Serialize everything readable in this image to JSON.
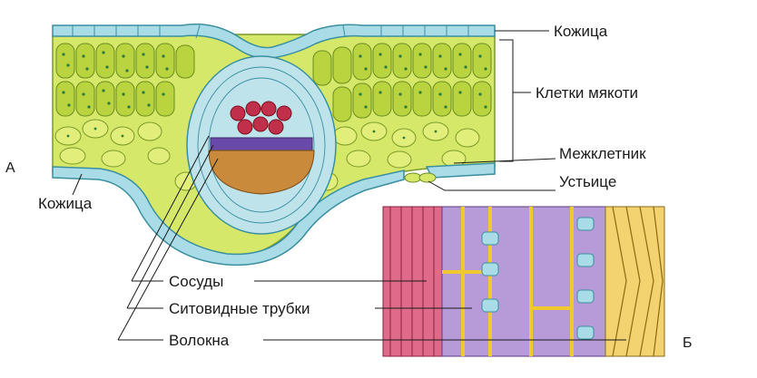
{
  "labels": {
    "epidermis_top": "Кожица",
    "mesophyll": "Клетки мякоти",
    "intercellular": "Межклетник",
    "stoma": "Устьице",
    "epidermis_bottom": "Кожица",
    "vessels": "Сосуды",
    "sieve_tubes": "Ситовидные трубки",
    "fibers": "Волокна"
  },
  "panels": {
    "a": "А",
    "b": "Б"
  },
  "colors": {
    "epidermis": "#a9dce6",
    "epidermis_border": "#3a8fa0",
    "mesophyll": "#c8df4a",
    "mesophyll_dots": "#2f7a3a",
    "xylem": "#c0304a",
    "phloem": "#6a4aa8",
    "fibers_tissue": "#c98a3c",
    "vessel_pink": "#e06a8a",
    "sieve_purple": "#b79ad8",
    "wall_yellow": "#f0c830"
  }
}
